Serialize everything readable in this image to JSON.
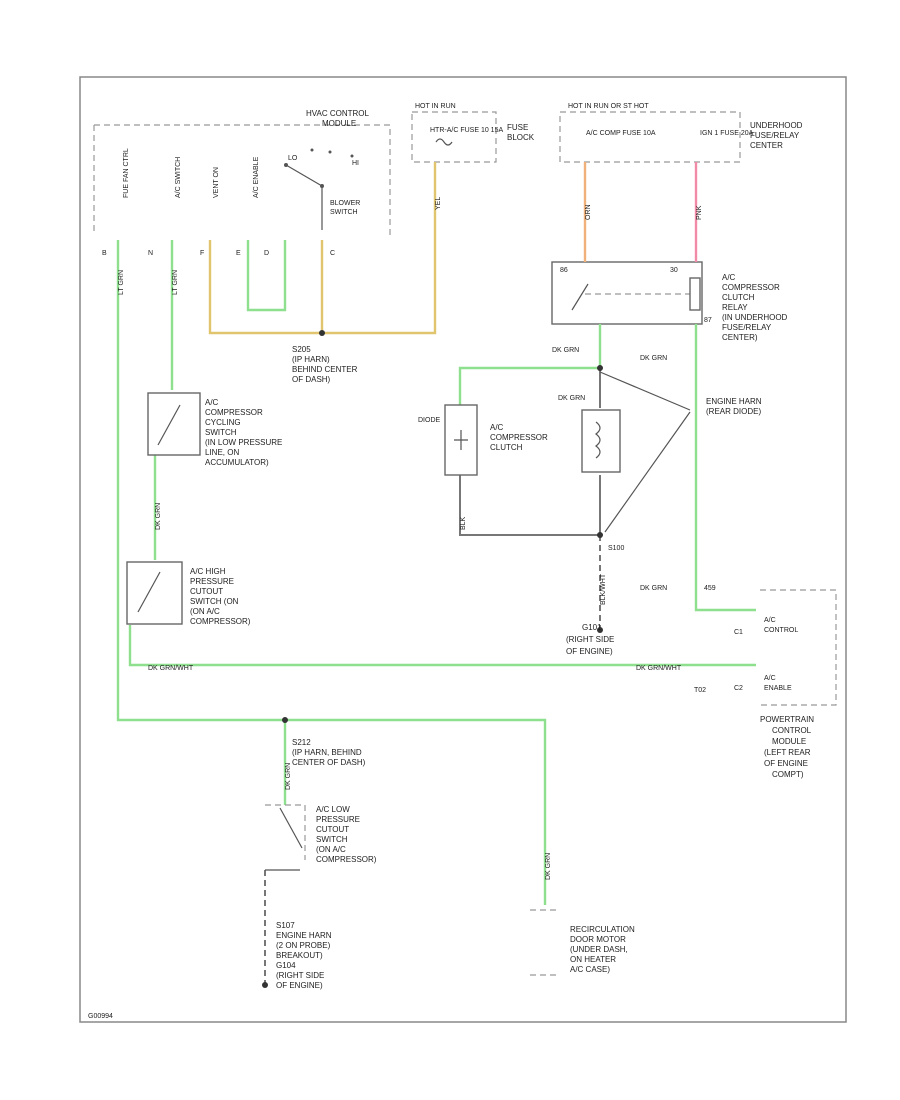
{
  "diagram_id": "G00994",
  "hvac_module": {
    "title_1": "HVAC CONTROL",
    "title_2": "MODULE",
    "blower_1": "BLOWER",
    "blower_2": "SWITCH",
    "sw_lo": "LO",
    "sw_hi": "HI",
    "pin_fan": "FUE FAN CTRL",
    "pin_ac": "A/C SWITCH",
    "pin_vent": "VENT ON",
    "pin_enable": "A/C ENABLE",
    "c_b": "B",
    "c_n": "N",
    "c_f": "F",
    "c_e": "E",
    "c_d": "D",
    "c_c": "C"
  },
  "fuse_block": {
    "hot": "HOT IN RUN",
    "fuse": "HTR-A/C FUSE 10 15A",
    "label_1": "FUSE",
    "label_2": "BLOCK"
  },
  "underhood": {
    "hot": "HOT IN RUN OR ST HOT",
    "fuse_1": "A/C COMP FUSE 10A",
    "fuse_2": "IGN 1 FUSE 20A",
    "label_1": "UNDERHOOD",
    "label_2": "FUSE/RELAY",
    "label_3": "CENTER"
  },
  "relay": {
    "l1": "A/C",
    "l2": "COMPRESSOR",
    "l3": "CLUTCH",
    "l4": "RELAY",
    "l5": "(IN UNDERHOOD",
    "l6": "FUSE/RELAY",
    "l7": "CENTER)",
    "pin_a": "86",
    "pin_b": "30",
    "pin_c": "87"
  },
  "splice_s205": {
    "l1": "S205",
    "l2": "(IP HARN)",
    "l3": "BEHIND CENTER",
    "l4": "OF DASH)"
  },
  "cycling_switch": {
    "l1": "A/C",
    "l2": "COMPRESSOR",
    "l3": "CYCLING",
    "l4": "SWITCH",
    "l5": "(IN LOW PRESSURE",
    "l6": "LINE, ON",
    "l7": "ACCUMULATOR)"
  },
  "high_switch": {
    "l1": "A/C HIGH",
    "l2": "PRESSURE",
    "l3": "CUTOUT",
    "l4": "SWITCH (ON",
    "l5": "(ON A/C",
    "l6": "COMPRESSOR)"
  },
  "clutch": {
    "l1": "A/C",
    "l2": "COMPRESSOR",
    "l3": "CLUTCH",
    "diode": "DIODE",
    "w1": "DK GRN",
    "w2": "DK GRN"
  },
  "engine_harn": {
    "l1": "ENGINE HARN",
    "l2": "(REAR DIODE)"
  },
  "s100": {
    "name": "S100"
  },
  "g101": {
    "l1": "G101",
    "l2": "(RIGHT SIDE",
    "l3": "OF ENGINE)"
  },
  "pcm": {
    "pin_1": "A/C",
    "pin_1b": "CONTROL",
    "pin_2": "A/C",
    "pin_2b": "ENABLE",
    "c_1": "C1",
    "c_2": "C2",
    "t": "T02",
    "l1": "POWERTRAIN",
    "l2": "CONTROL",
    "l3": "MODULE",
    "l4": "(LEFT REAR",
    "l5": "OF ENGINE",
    "l6": "COMPT)"
  },
  "wires": {
    "dk_grn": "DK GRN",
    "dk_grn_wht": "DK GRN/WHT",
    "dk_grn_wht_b": "DK GRN/WHT",
    "yel": "YEL",
    "orn": "ORN",
    "pnk": "PNK",
    "lt_grn": "LT GRN",
    "lt_grn2": "LT GRN",
    "blk": "BLK",
    "blk_wht": "BLK/WHT",
    "num": "459",
    "dk_grn_a": "DK GRN",
    "dk_grn_b": "DK GRN",
    "dk_grn_c": "DK GRN",
    "dk_grn_d": "DK GRN"
  },
  "splice_s212": {
    "l1": "S212",
    "l2": "(IP HARN, BEHIND",
    "l3": "CENTER OF DASH)"
  },
  "low_switch": {
    "l1": "A/C LOW",
    "l2": "PRESSURE",
    "l3": "CUTOUT",
    "l4": "SWITCH",
    "l5": "(ON A/C",
    "l6": "COMPRESSOR)"
  },
  "g107": {
    "l1": "S107",
    "l2": "ENGINE HARN",
    "l3": "(2 ON PROBE)",
    "l4": "BREAKOUT)",
    "l5": "G104",
    "l6": "(RIGHT SIDE",
    "l7": "OF ENGINE)"
  },
  "recirc": {
    "l1": "RECIRCULATION",
    "l2": "DOOR MOTOR",
    "l3": "(UNDER DASH,",
    "l4": "ON HEATER",
    "l5": "A/C CASE)"
  }
}
